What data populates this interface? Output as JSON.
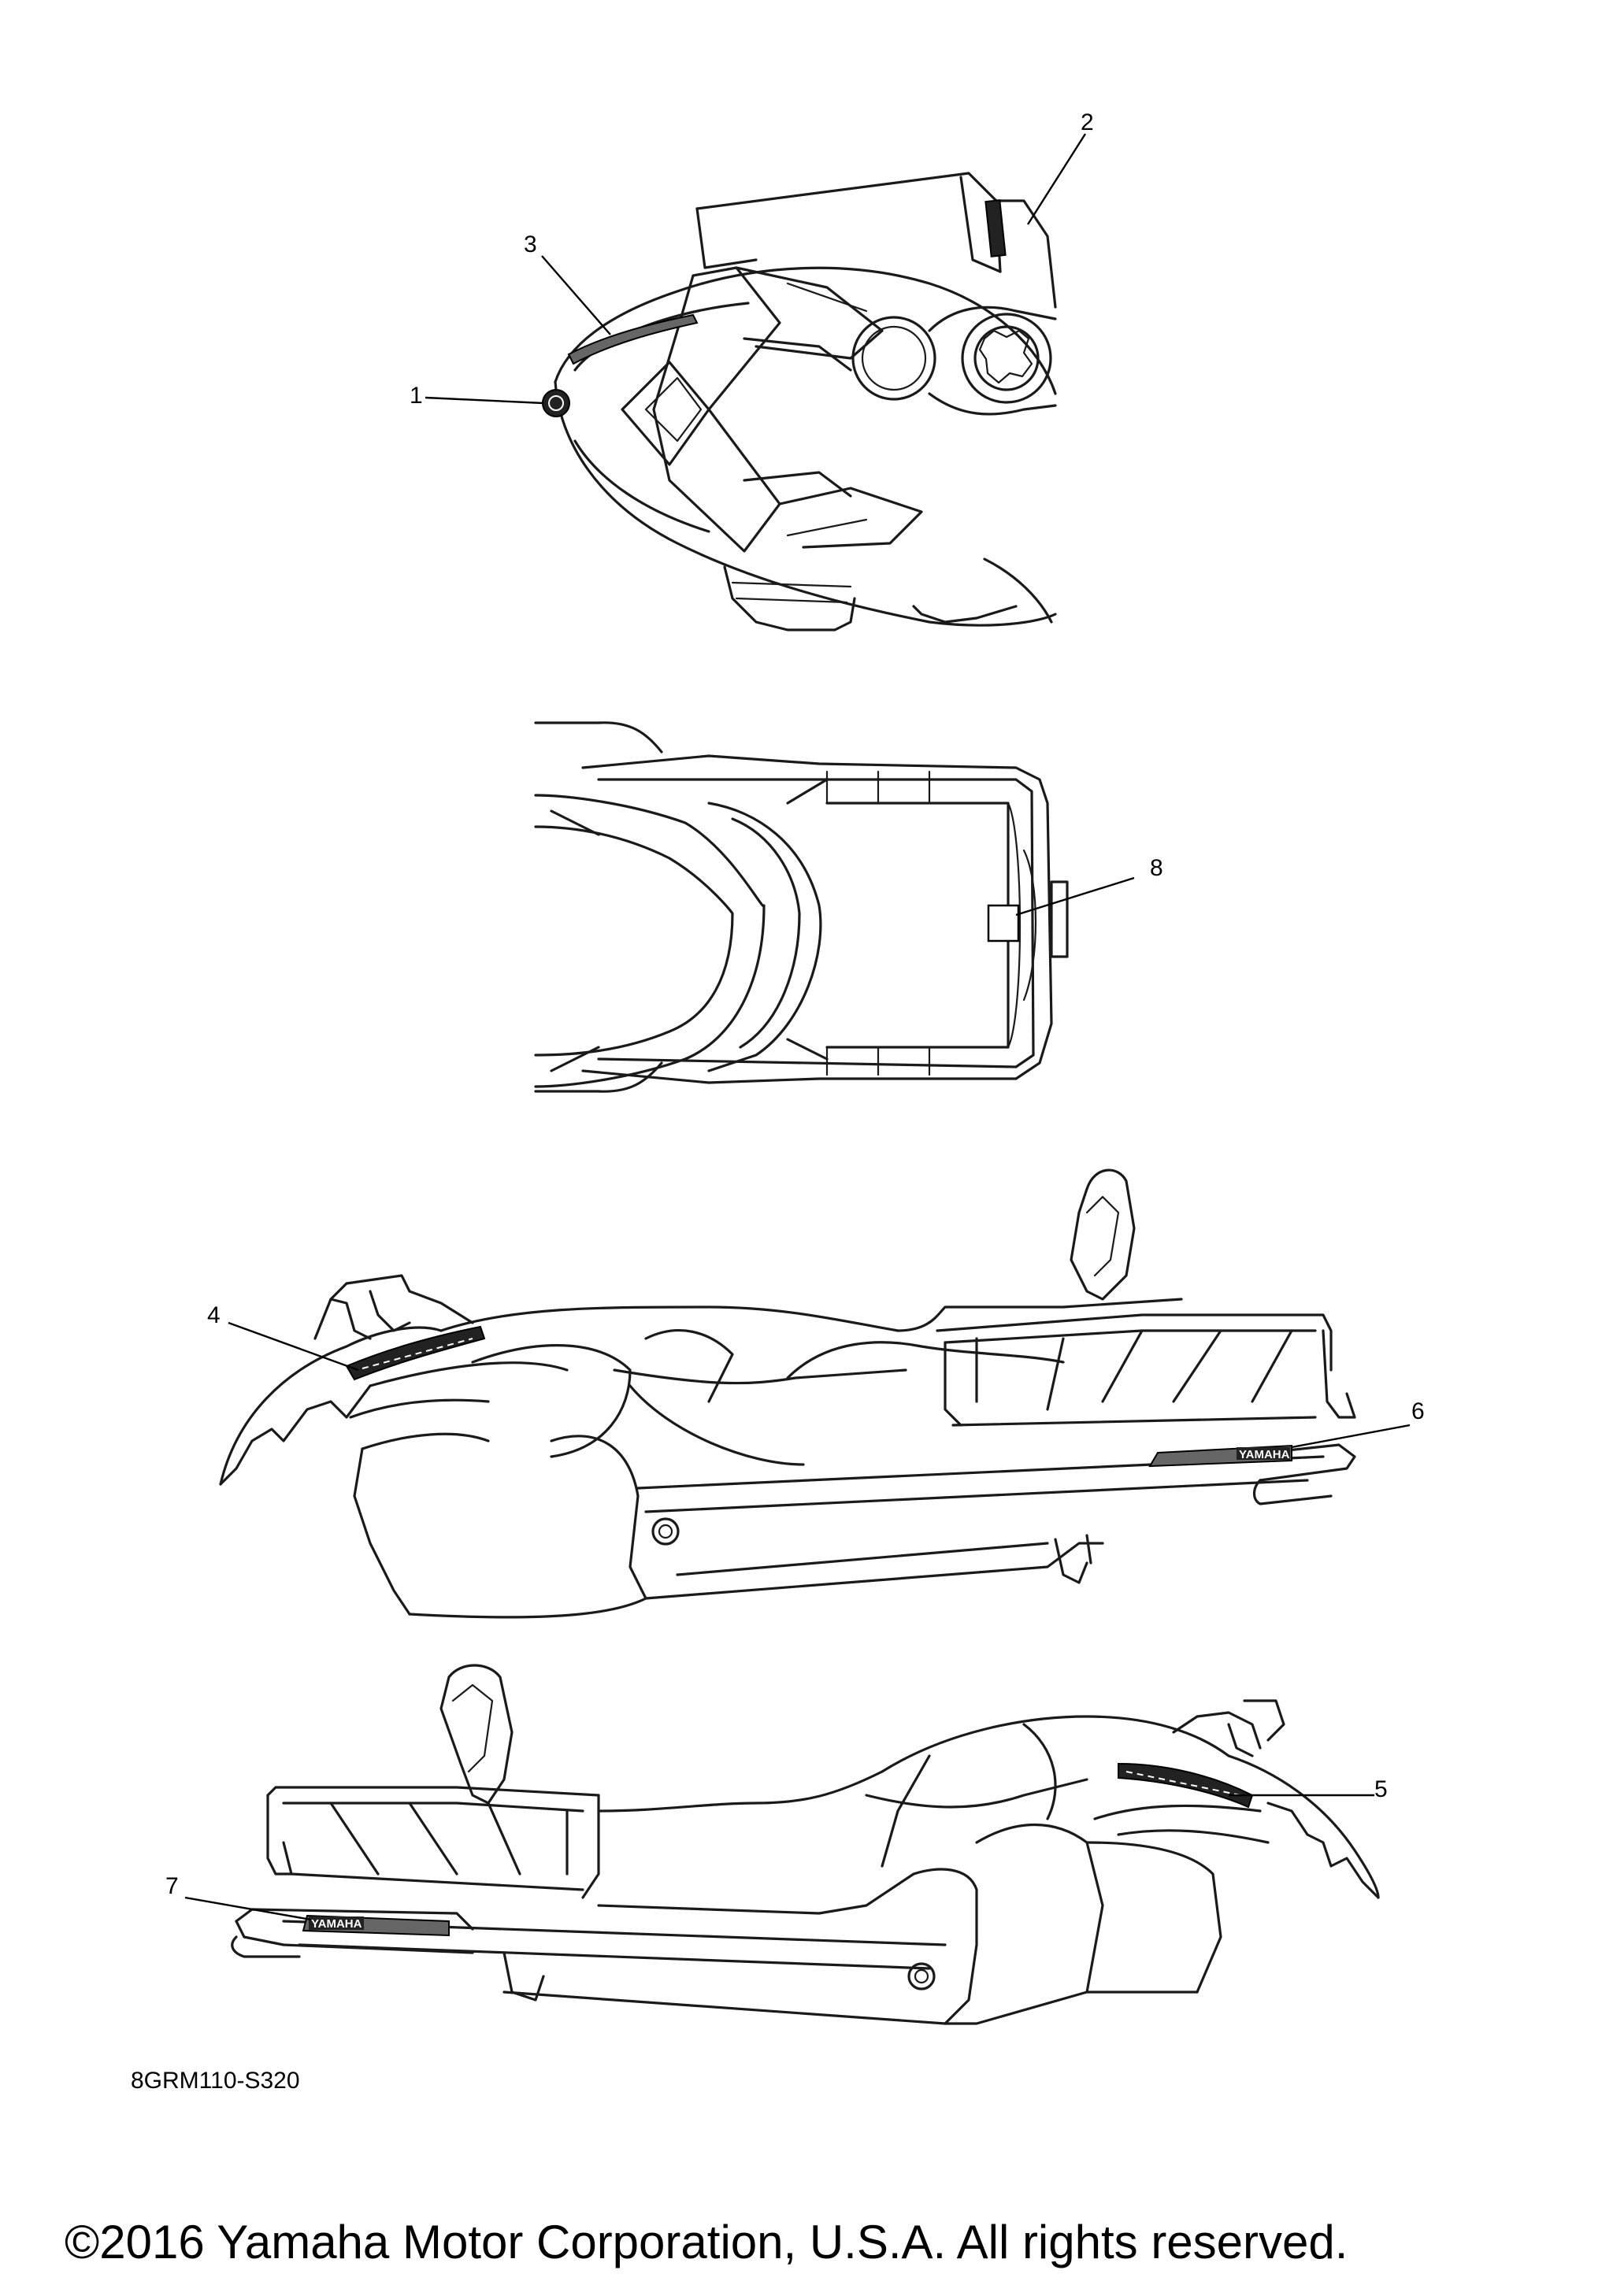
{
  "callouts": [
    {
      "id": "1",
      "label": "1"
    },
    {
      "id": "2",
      "label": "2"
    },
    {
      "id": "3",
      "label": "3"
    },
    {
      "id": "4",
      "label": "4"
    },
    {
      "id": "5",
      "label": "5"
    },
    {
      "id": "6",
      "label": "6"
    },
    {
      "id": "7",
      "label": "7"
    },
    {
      "id": "8",
      "label": "8"
    }
  ],
  "decal_text": "YAMAHA",
  "diagram_code": "8GRM110-S320",
  "copyright": "©2016 Yamaha Motor Corporation, U.S.A. All rights reserved."
}
